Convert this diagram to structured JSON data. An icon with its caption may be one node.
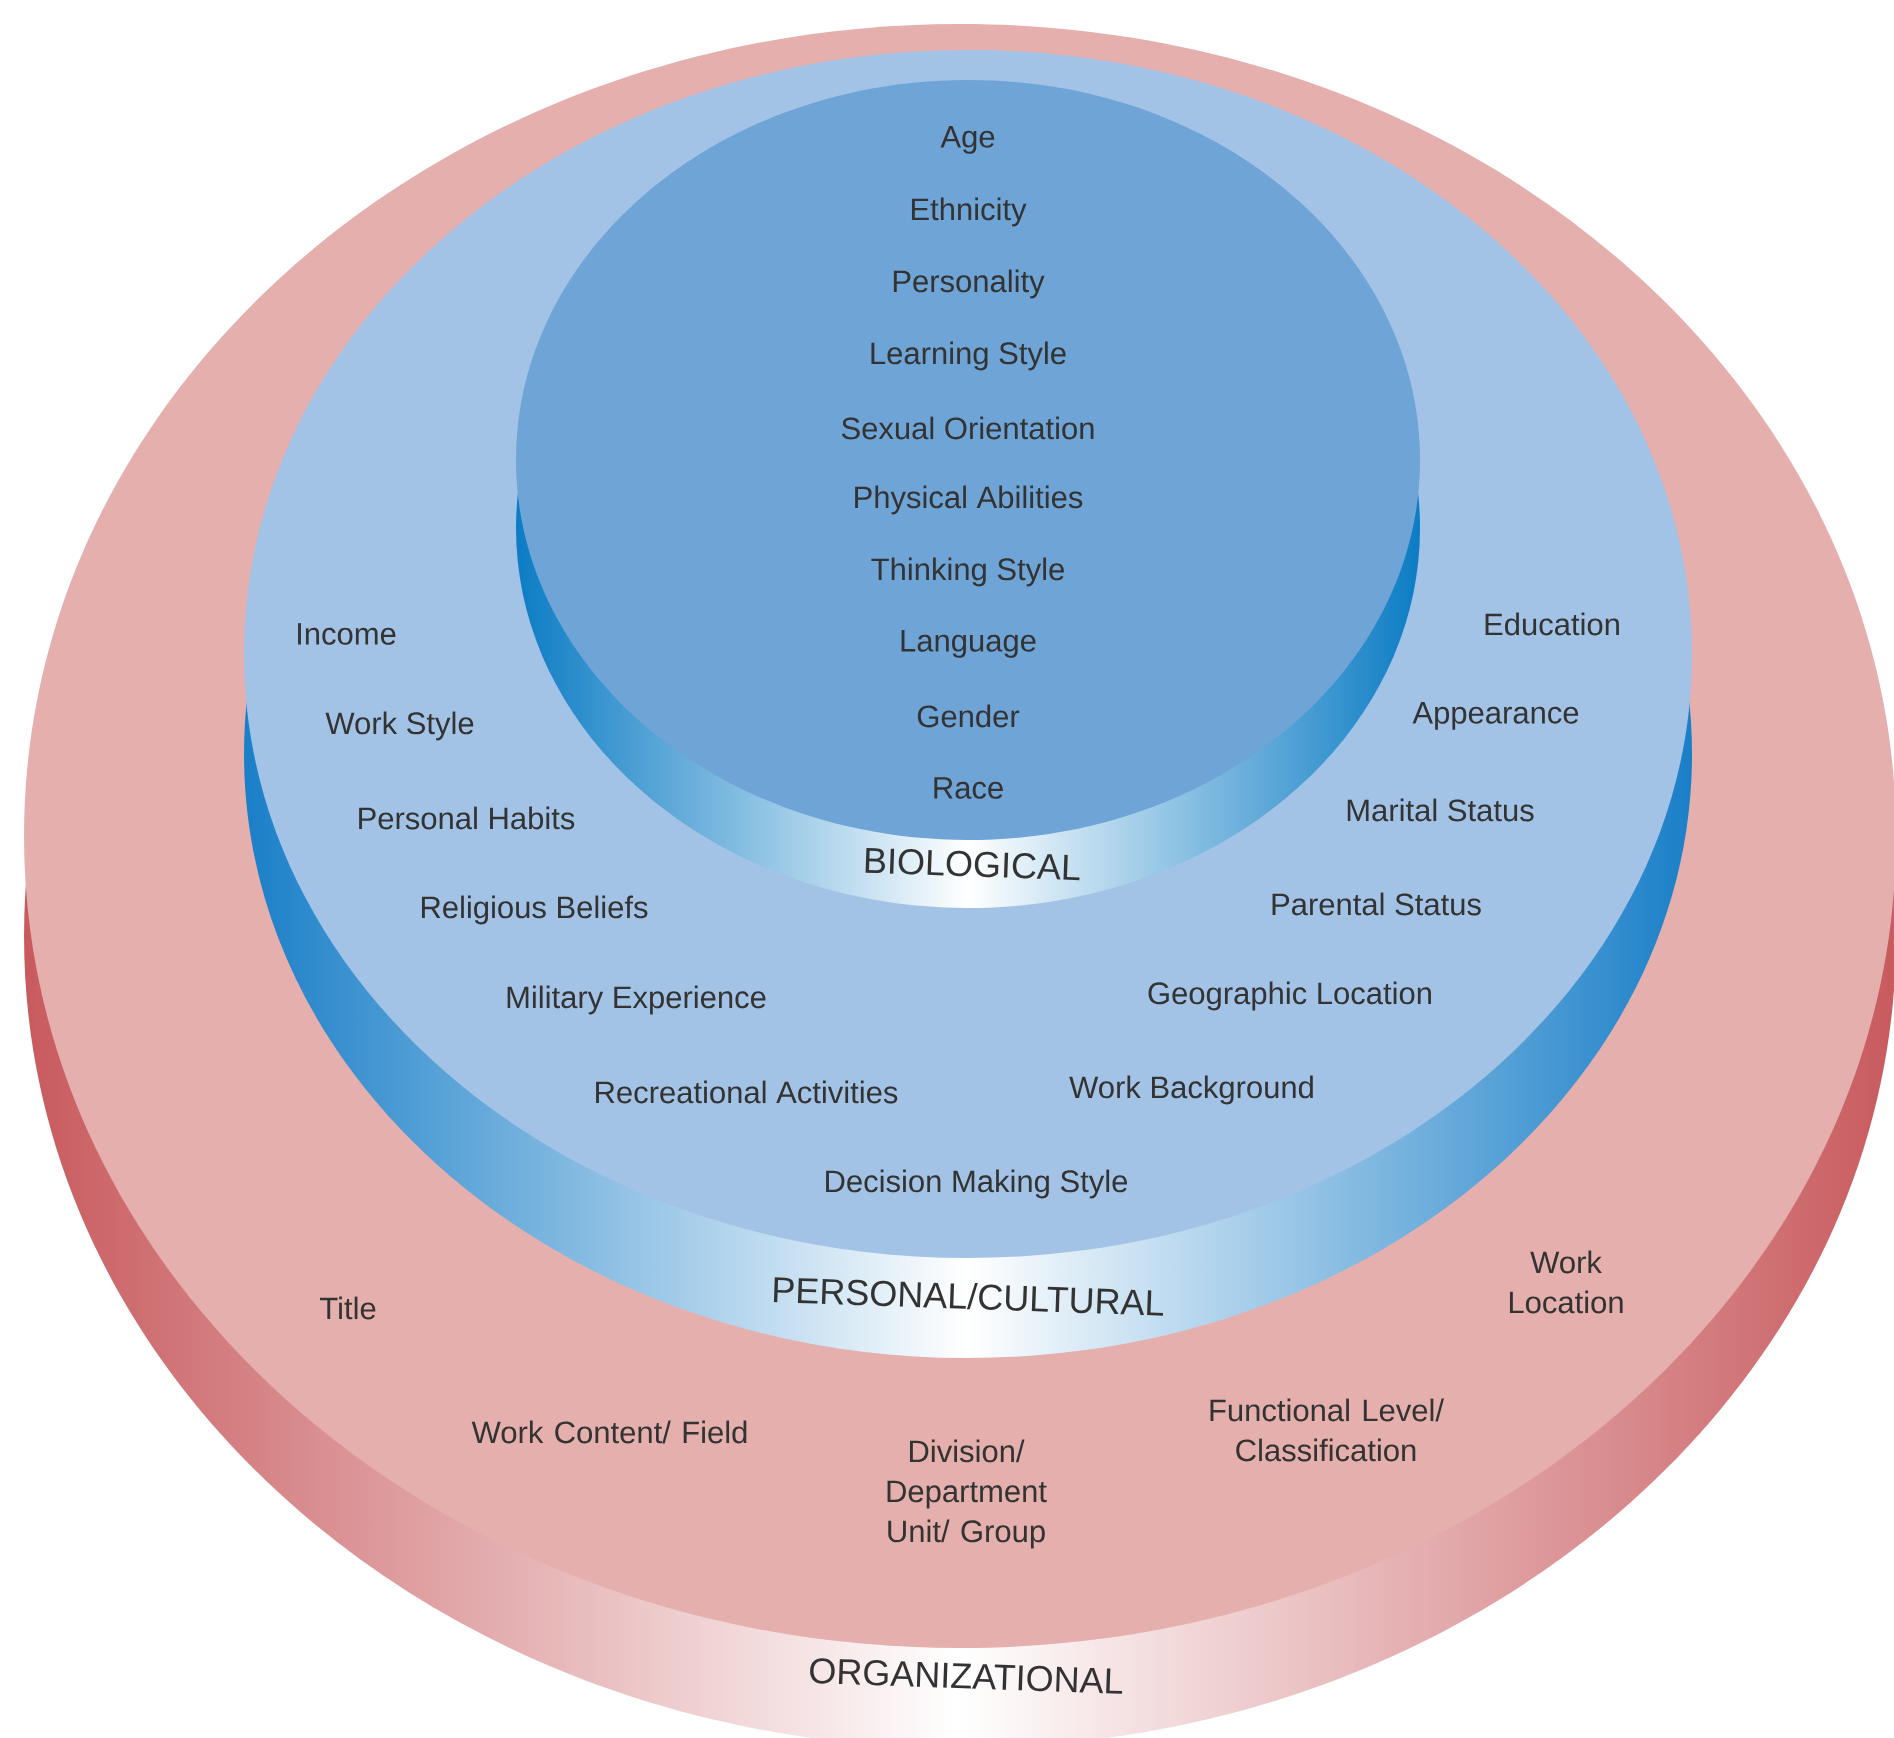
{
  "diagram": {
    "nodes": [
      {
        "text": [
          "Title",
          "Work Location",
          "Work Content/ Field",
          "Division/ Department Unit/ Group",
          "Functional Level/ Classification",
          "ORGANIZATIONAL"
        ]
      },
      {
        "text": [
          "Income",
          "Education",
          "Work Style",
          "Appearance",
          "Personal Habits",
          "Marital Status",
          "Religious Beliefs",
          "Parental Status",
          "Military Experience",
          "Geographic Location",
          "Recreational Activities",
          "Work Background",
          "Decision Making Style",
          "PERSONAL/CULTURAL"
        ],
        "in": 0
      },
      {
        "text": [
          "Age",
          "Ethnicity",
          "Personality",
          "Learning Style",
          "Sexual Orientation",
          "Physical Abilities",
          "Thinking Style",
          "Language",
          "Gender",
          "Race",
          "BIOLOGICAL"
        ],
        "in": 1
      }
    ]
  }
}
